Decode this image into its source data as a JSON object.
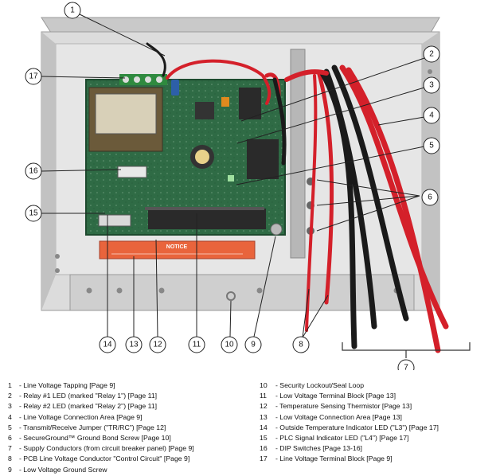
{
  "callouts": [
    {
      "n": "1"
    },
    {
      "n": "2"
    },
    {
      "n": "3"
    },
    {
      "n": "4"
    },
    {
      "n": "5"
    },
    {
      "n": "6"
    },
    {
      "n": "7"
    },
    {
      "n": "8"
    },
    {
      "n": "9"
    },
    {
      "n": "10"
    },
    {
      "n": "11"
    },
    {
      "n": "12"
    },
    {
      "n": "13"
    },
    {
      "n": "14"
    },
    {
      "n": "15"
    },
    {
      "n": "16"
    },
    {
      "n": "17"
    }
  ],
  "board_text": {
    "notice": "NOTICE"
  },
  "legend": {
    "left": [
      {
        "num": "1",
        "text": "- Line Voltage Tapping [Page 9]"
      },
      {
        "num": "2",
        "text": "- Relay #1 LED (marked \"Relay 1\") [Page 11]"
      },
      {
        "num": "3",
        "text": "- Relay #2 LED (marked \"Relay 2\") [Page 11]"
      },
      {
        "num": "4",
        "text": "- Line Voltage Connection Area [Page 9]"
      },
      {
        "num": "5",
        "text": "- Transmit/Receive Jumper (\"TR/RC\") [Page 12]"
      },
      {
        "num": "6",
        "text": "- SecureGround™ Ground Bond Screw [Page 10]"
      },
      {
        "num": "7",
        "text": "- Supply Conductors (from circuit breaker panel) [Page 9]"
      },
      {
        "num": "8",
        "text": "- PCB Line Voltage Conductor \"Control Circuit\" [Page 9]"
      },
      {
        "num": "9",
        "text": "- Low Voltage Ground Screw"
      }
    ],
    "right": [
      {
        "num": "10",
        "text": "- Security Lockout/Seal Loop"
      },
      {
        "num": "11",
        "text": "- Low Voltage Terminal Block [Page 13]"
      },
      {
        "num": "12",
        "text": "- Temperature Sensing Thermistor [Page 13]"
      },
      {
        "num": "13",
        "text": "- Low Voltage Connection Area [Page 13]"
      },
      {
        "num": "14",
        "text": "- Outside Temperature Indicator LED (\"L3\") [Page 17]"
      },
      {
        "num": "15",
        "text": "- PLC Signal Indicator LED (\"L4\") [Page 17]"
      },
      {
        "num": "16",
        "text": "- DIP Switches [Page 13-16]"
      },
      {
        "num": "17",
        "text": "- Line Voltage Terminal Block [Page 9]"
      }
    ]
  },
  "colors": {
    "enclosure": "#d9d9d9",
    "pcb": "#2f6b45",
    "label_orange": "#e9643c",
    "red_wire": "#d4202a",
    "black_wire": "#1a1a1a"
  }
}
